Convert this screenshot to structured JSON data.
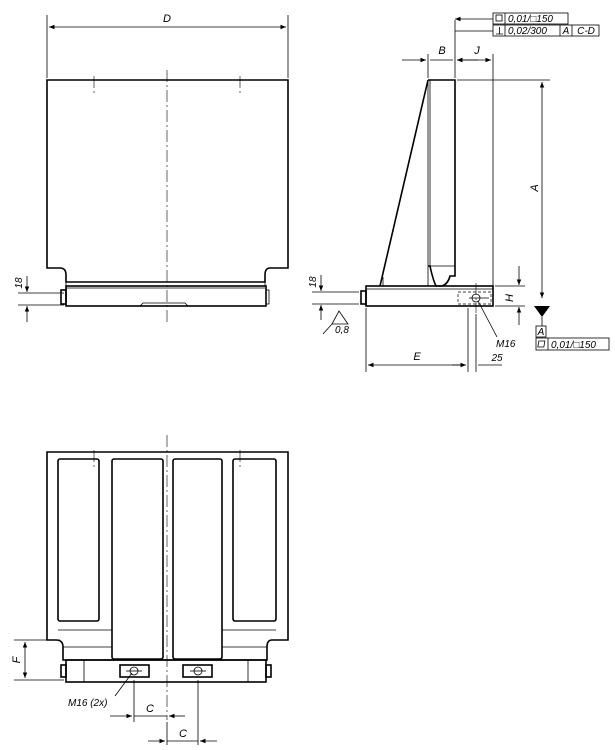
{
  "dimensions": {
    "D": "D",
    "B": "B",
    "J": "J",
    "A": "A",
    "H": "H",
    "E": "E",
    "F": "F",
    "C1": "C",
    "C2": "C",
    "offset_18_front": "18",
    "offset_18_side": "18",
    "offset_25": "25"
  },
  "tolerances": {
    "flatness_top": "0,01/□150",
    "perpendicularity": "0,02/300",
    "datum_a_ref": "A",
    "datum_cd_ref": "C-D",
    "datum_a_label": "A",
    "flatness_base": "0,01/□150"
  },
  "surface": {
    "roughness": "0,8"
  },
  "threads": {
    "side_thread": "M16",
    "bottom_thread": "M16 (2x)"
  },
  "icons": {
    "flatness_symbol": "flatness-icon",
    "perpendicularity_symbol": "perpendicularity-icon",
    "datum_symbol": "datum-triangle-icon",
    "roughness_symbol": "surface-roughness-icon"
  }
}
